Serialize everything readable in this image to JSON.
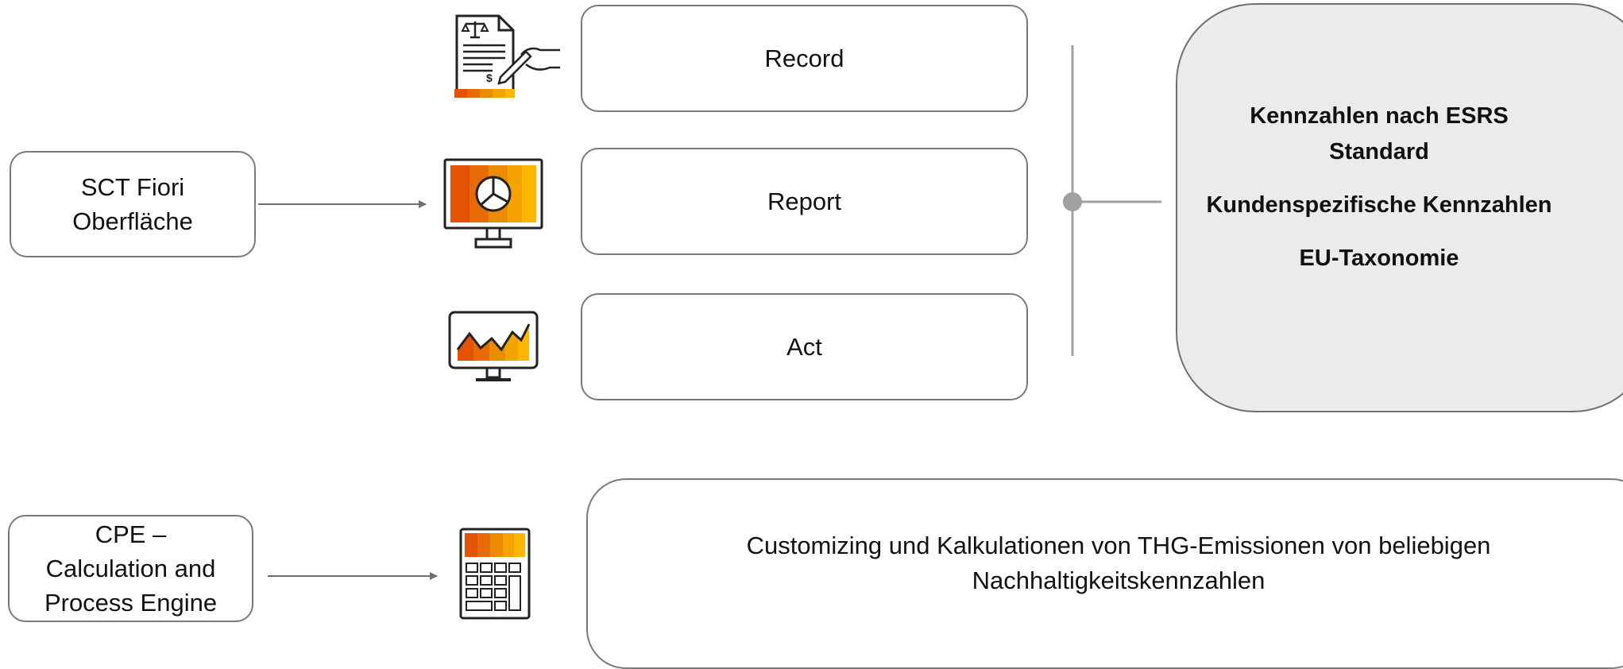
{
  "left": {
    "sct_box": {
      "line1": "SCT Fiori",
      "line2": "Oberfläche"
    },
    "cpe_box": {
      "line1": "CPE –",
      "line2": "Calculation and",
      "line3": "Process Engine"
    }
  },
  "middle": {
    "record_label": "Record",
    "report_label": "Report",
    "act_label": "Act"
  },
  "kpi_panel": {
    "line1": "Kennzahlen nach ESRS",
    "line2": "Standard",
    "line3": "Kundenspezifische Kennzahlen",
    "line4": "EU-Taxonomie"
  },
  "bottom": {
    "desc_line1": "Customizing und Kalkulationen von THG-Emissionen von beliebigen",
    "desc_line2": "Nachhaltigkeitskennzahlen"
  },
  "icons": {
    "record": "contract-signature-icon",
    "report": "monitor-pie-chart-icon",
    "act": "monitor-line-chart-icon",
    "calculator": "calculator-icon"
  },
  "colors": {
    "accent_dark": "#e35205",
    "accent_mid": "#eb8c00",
    "accent_light": "#ffb600",
    "panel": "#ebebeb",
    "line": "#8c8c8c",
    "border": "#7a7a7a"
  }
}
